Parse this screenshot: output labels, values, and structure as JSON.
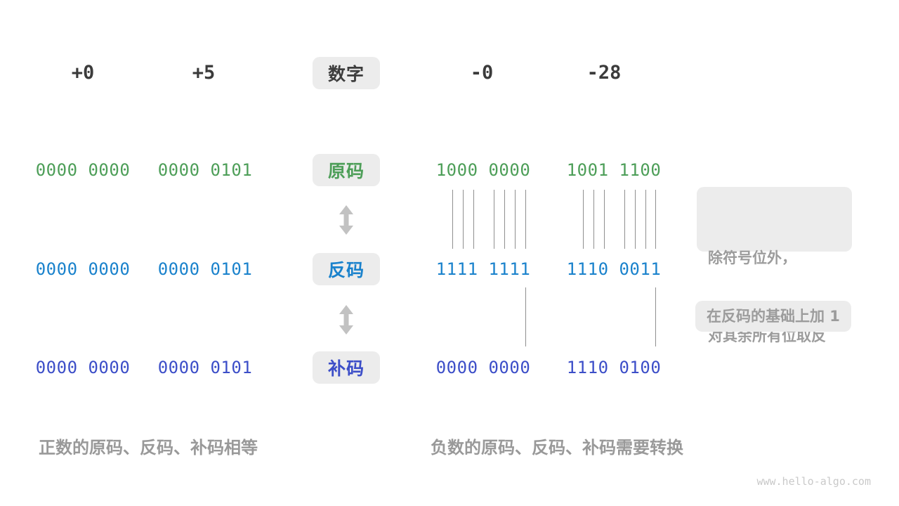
{
  "palette": {
    "sign_magnitude_green": "#4d9e58",
    "ones_complement_blue": "#1a82cc",
    "twos_complement_indigo": "#3c4ec8",
    "box_background": "#ececec",
    "annotation_gray": "#9c9c9c",
    "header_dark": "#3d3d3d",
    "caption_gray": "#999999",
    "line_gray": "#8f8f8f",
    "arrow_gray": "#c2c2c2",
    "watermark_gray": "#c9c9c9"
  },
  "header": {
    "numbers": [
      "+0",
      "+5",
      "-0",
      "-28"
    ],
    "label": "数字"
  },
  "rows": [
    {
      "label": "原码",
      "values": [
        "0000 0000",
        "0000 0101",
        "1000 0000",
        "1001 1100"
      ]
    },
    {
      "label": "反码",
      "values": [
        "0000 0000",
        "0000 0101",
        "1111 1111",
        "1110 0011"
      ]
    },
    {
      "label": "补码",
      "values": [
        "0000 0000",
        "0000 0101",
        "0000 0000",
        "1110 0100"
      ]
    }
  ],
  "annotations": {
    "flip_line1": "除符号位外，",
    "flip_line2": "对其余所有位取反",
    "add_one": "在反码的基础上加 1"
  },
  "captions": {
    "positive": "正数的原码、反码、补码相等",
    "negative": "负数的原码、反码、补码需要转换"
  },
  "watermark": "www.hello-algo.com"
}
